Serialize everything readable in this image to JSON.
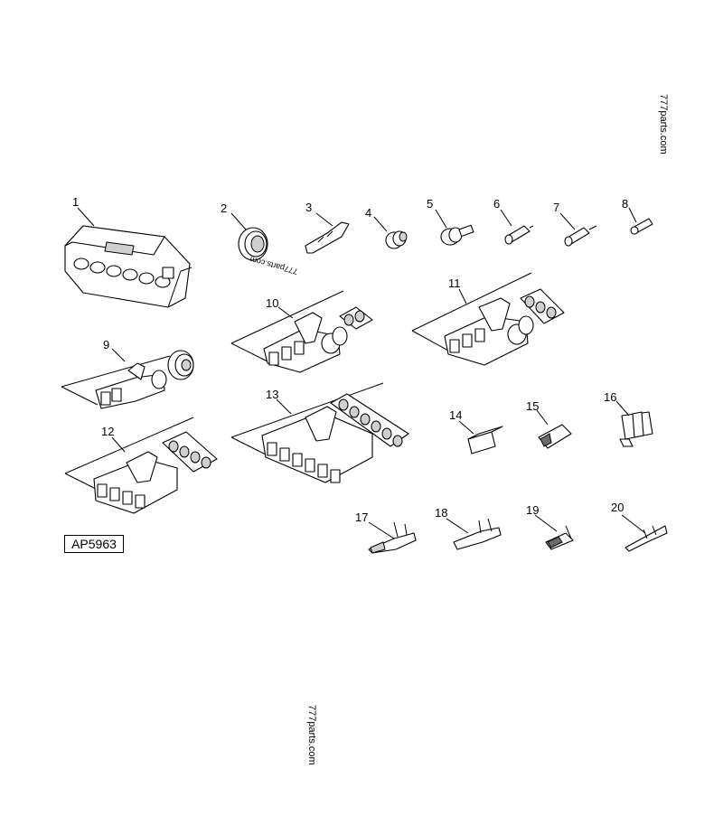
{
  "callouts": {
    "c1": "1",
    "c2": "2",
    "c3": "3",
    "c4": "4",
    "c5": "5",
    "c6": "6",
    "c7": "7",
    "c8": "8",
    "c9": "9",
    "c10": "10",
    "c11": "11",
    "c12": "12",
    "c13": "13",
    "c14": "14",
    "c15": "15",
    "c16": "16",
    "c17": "17",
    "c18": "18",
    "c19": "19",
    "c20": "20"
  },
  "reference_code": "AP5963",
  "watermarks": {
    "top_right": "777parts.com",
    "item2": "777parts.com",
    "bottom": "777parts.com"
  },
  "colors": {
    "line": "#000000",
    "background": "#ffffff",
    "shade": "#cfcfcf"
  }
}
